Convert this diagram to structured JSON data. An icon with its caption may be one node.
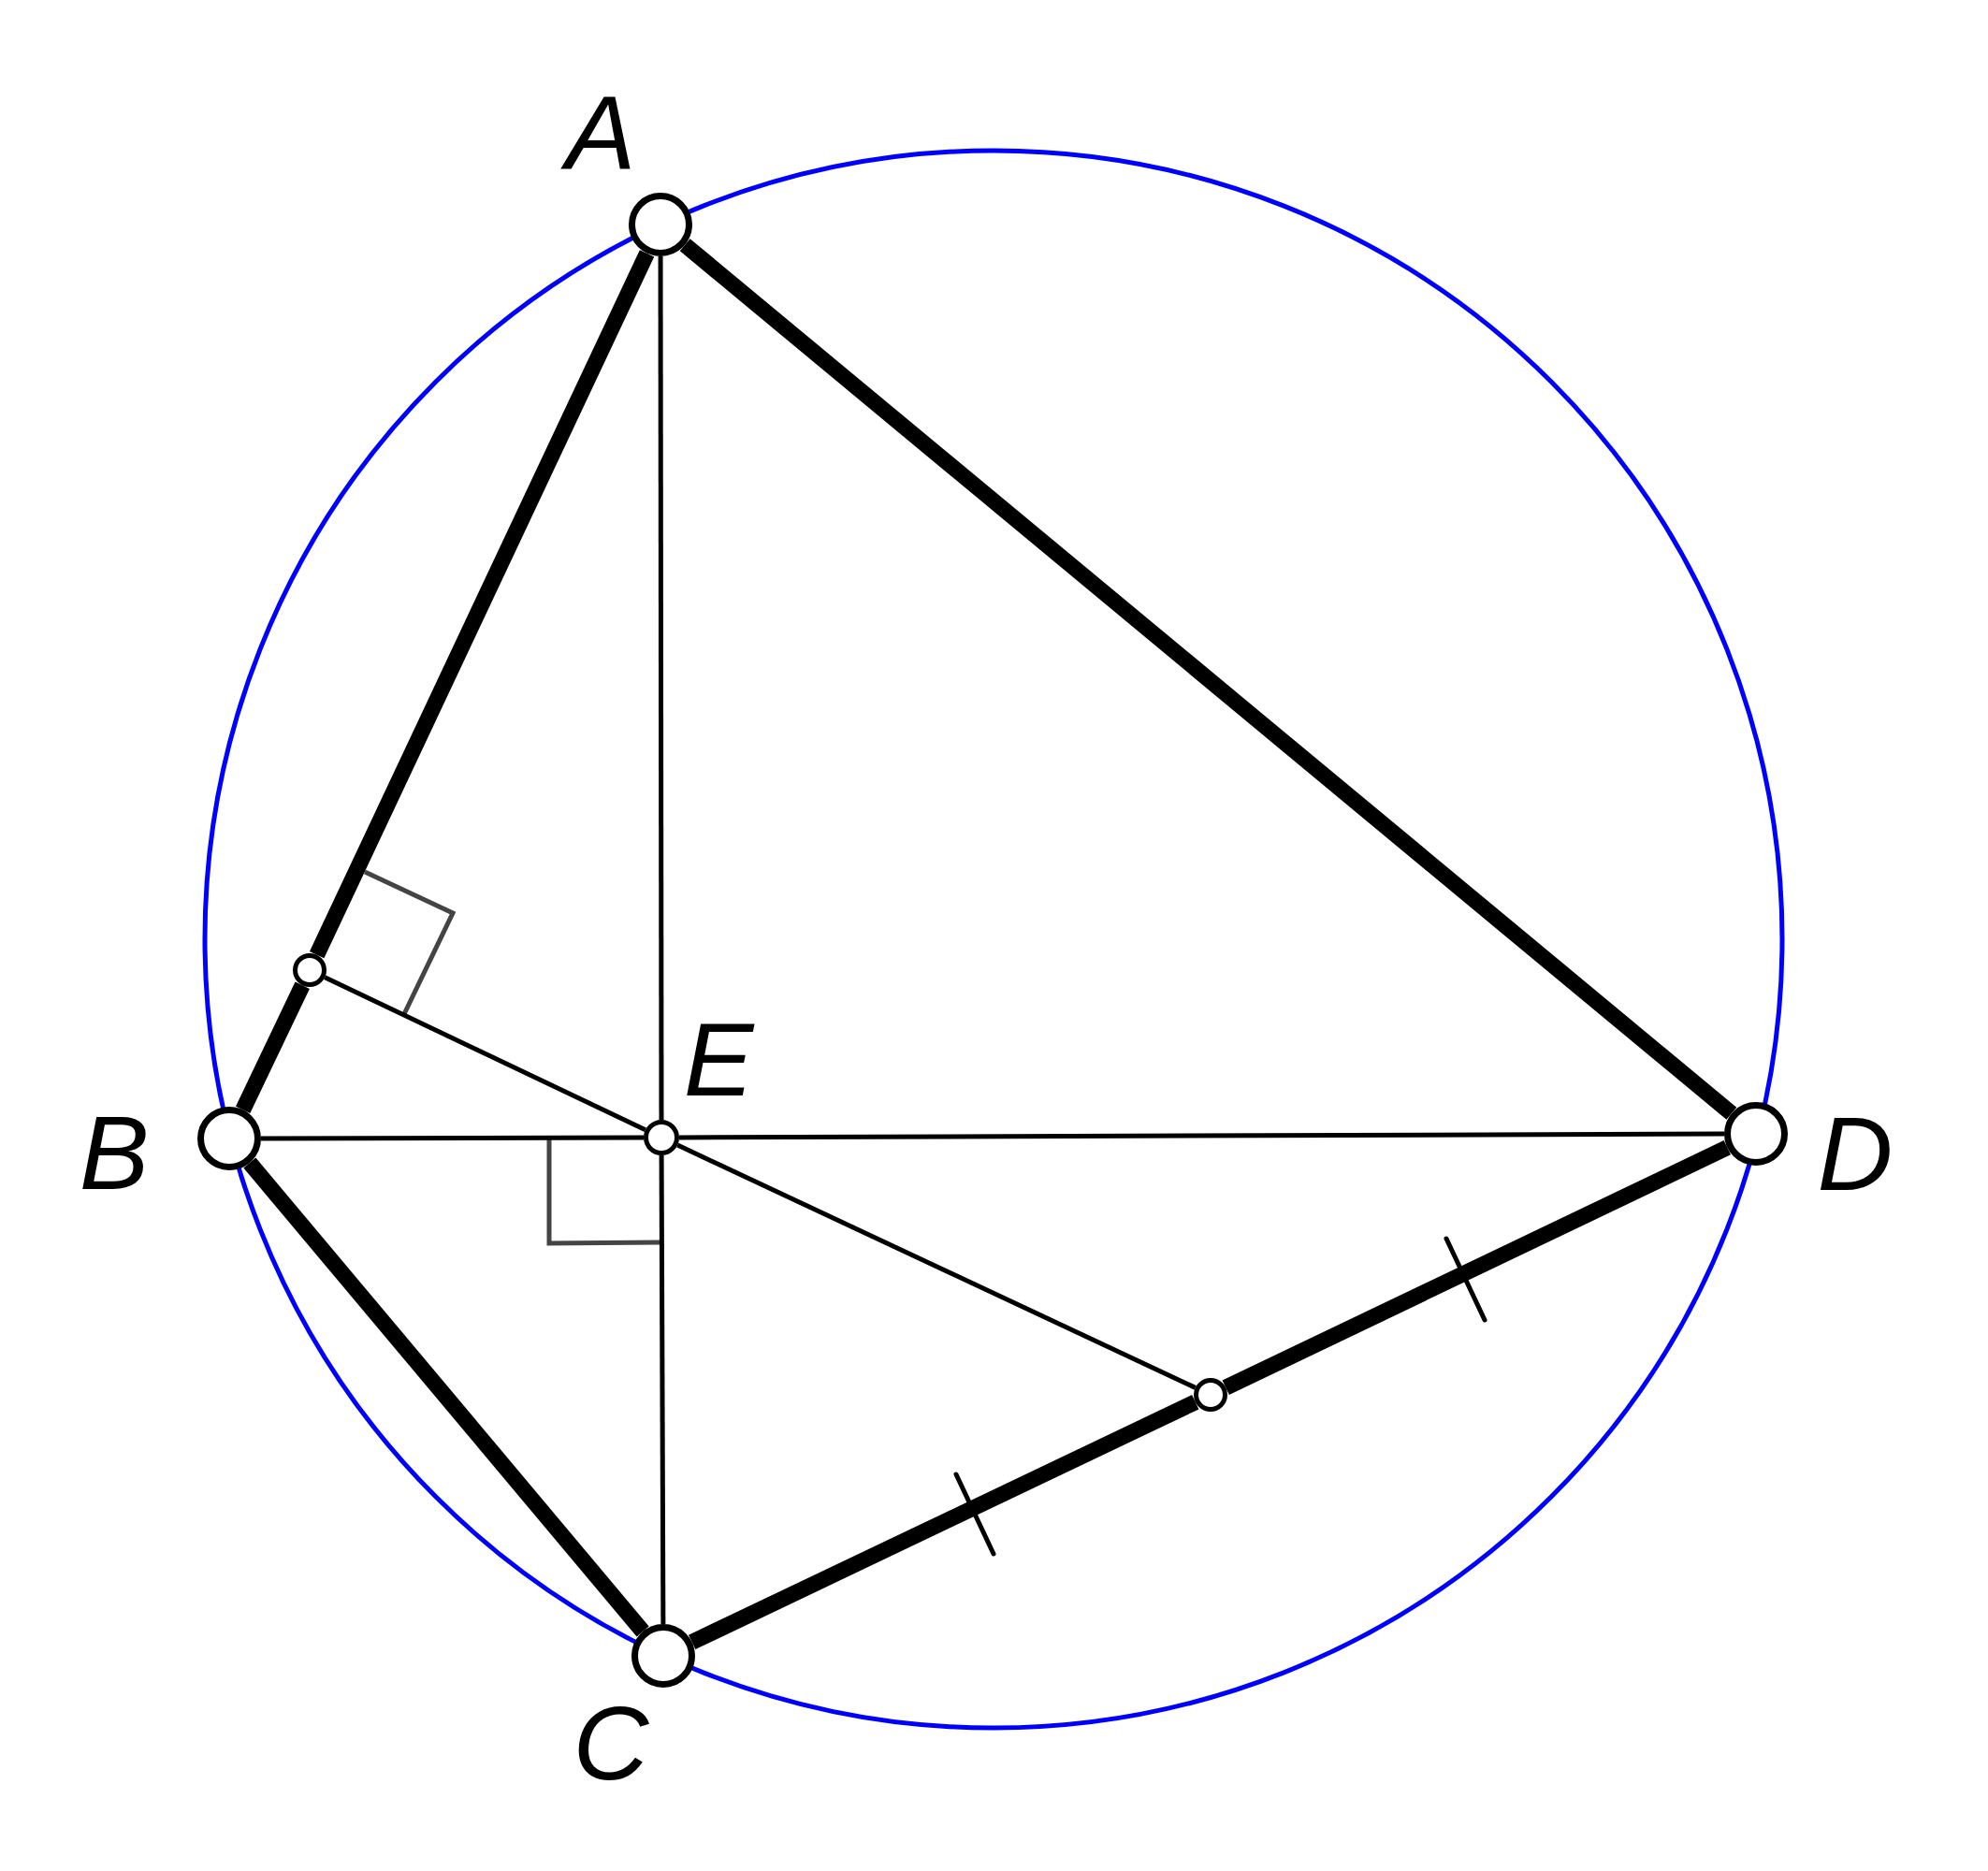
{
  "diagram": {
    "nodes": [
      {
        "text": [
          "A"
        ]
      },
      {
        "text": [
          "B"
        ]
      },
      {
        "text": [
          "C"
        ]
      },
      {
        "text": [
          "D"
        ]
      },
      {
        "text": [
          "E"
        ]
      },
      {
        "text": [],
        "shape": "circle"
      },
      {
        "text": [],
        "shape": "circle"
      }
    ],
    "edges": [
      {
        "from": 0,
        "to": 5,
        "arrow": "none",
        "style": "thick"
      },
      {
        "from": 5,
        "to": 1,
        "arrow": "none",
        "style": "thick"
      },
      {
        "from": 0,
        "to": 3,
        "arrow": "none",
        "style": "thick"
      },
      {
        "from": 1,
        "to": 2,
        "arrow": "none",
        "style": "thick"
      },
      {
        "from": 2,
        "to": 6,
        "arrow": "none",
        "style": "thick"
      },
      {
        "from": 6,
        "to": 3,
        "arrow": "none",
        "style": "thick"
      },
      {
        "from": 0,
        "to": 4,
        "arrow": "none"
      },
      {
        "from": 4,
        "to": 2,
        "arrow": "none"
      },
      {
        "from": 1,
        "to": 4,
        "arrow": "none"
      },
      {
        "from": 4,
        "to": 3,
        "arrow": "none"
      },
      {
        "from": 5,
        "to": 4,
        "arrow": "none"
      },
      {
        "from": 4,
        "to": 6,
        "arrow": "none"
      }
    ]
  }
}
